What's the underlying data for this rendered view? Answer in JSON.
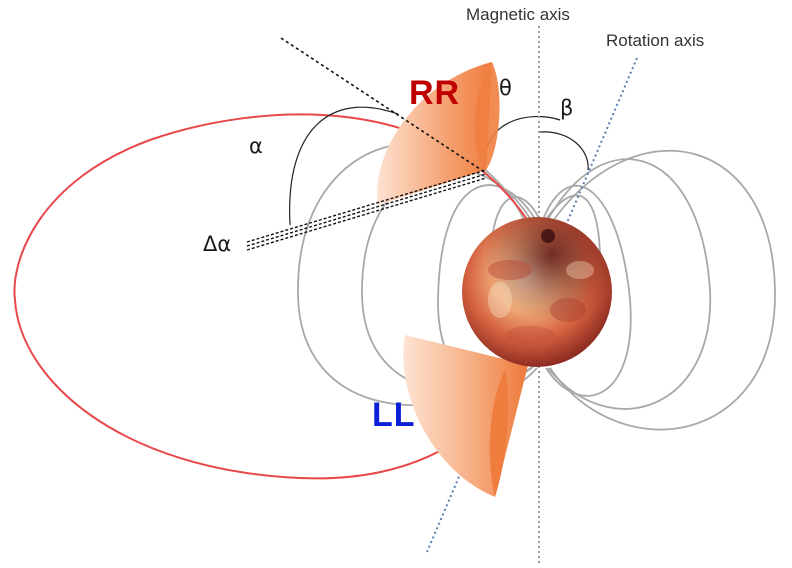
{
  "labels": {
    "magnetic_axis": "Magnetic axis",
    "rotation_axis": "Rotation axis",
    "rr": "RR",
    "ll": "LL",
    "alpha": "α",
    "delta_alpha": "Δα",
    "theta": "θ",
    "beta": "β"
  },
  "colors": {
    "rr_label": "#c00000",
    "ll_label": "#0a1fd6",
    "field_lines": "#a8a8a8",
    "emission_loop": "#e8484a",
    "cone": "#f08a4b",
    "rotation_axis": "#5b7fb3",
    "magnetic_axis": "#9a9a9a",
    "star": "#c9553f"
  }
}
